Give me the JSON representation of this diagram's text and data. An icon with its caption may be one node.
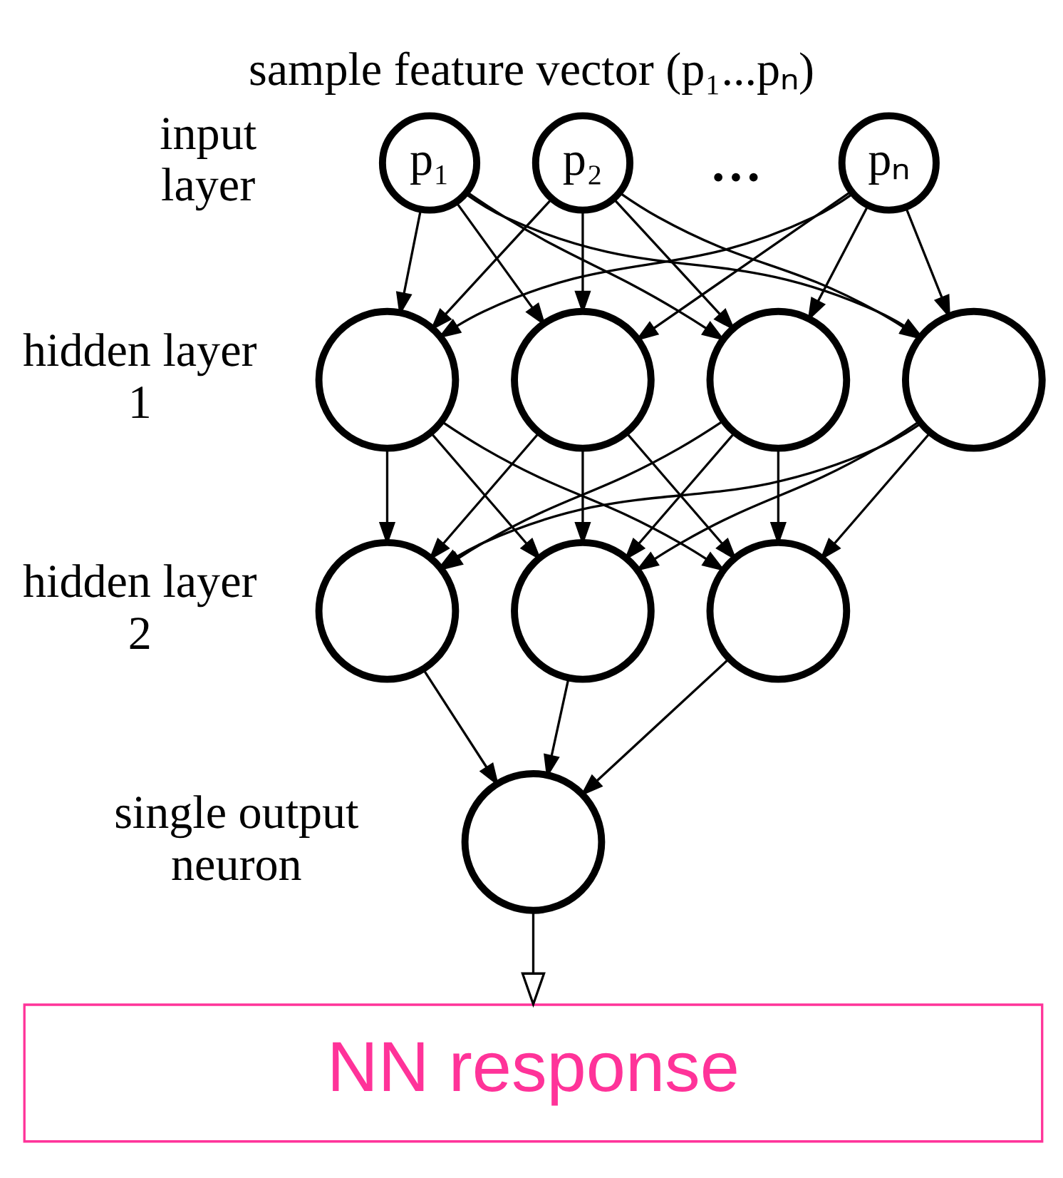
{
  "diagram": {
    "title": "sample feature vector (p₁...pₙ)",
    "nodes": [
      {
        "text": [
          "p₁"
        ]
      },
      {
        "text": [
          "p₂"
        ]
      },
      {
        "text": [
          "pₙ"
        ]
      },
      {
        "text": [],
        "shape": "circle"
      },
      {
        "text": [],
        "shape": "circle"
      },
      {
        "text": [],
        "shape": "circle"
      },
      {
        "text": [],
        "shape": "circle"
      },
      {
        "text": [],
        "shape": "circle"
      },
      {
        "text": [],
        "shape": "circle"
      },
      {
        "text": [],
        "shape": "circle"
      },
      {
        "text": [],
        "shape": "circle"
      },
      {
        "text": [
          "NN response"
        ]
      }
    ],
    "edges": [
      {
        "from": 0,
        "to": 3,
        "arrow": "to"
      },
      {
        "from": 0,
        "to": 4,
        "arrow": "to"
      },
      {
        "from": 0,
        "to": 5,
        "arrow": "to"
      },
      {
        "from": 0,
        "to": 6,
        "arrow": "to"
      },
      {
        "from": 1,
        "to": 3,
        "arrow": "to"
      },
      {
        "from": 1,
        "to": 4,
        "arrow": "to"
      },
      {
        "from": 1,
        "to": 5,
        "arrow": "to"
      },
      {
        "from": 1,
        "to": 6,
        "arrow": "to"
      },
      {
        "from": 2,
        "to": 3,
        "arrow": "to"
      },
      {
        "from": 2,
        "to": 4,
        "arrow": "to"
      },
      {
        "from": 2,
        "to": 5,
        "arrow": "to"
      },
      {
        "from": 2,
        "to": 6,
        "arrow": "to"
      },
      {
        "from": 3,
        "to": 7,
        "arrow": "to"
      },
      {
        "from": 3,
        "to": 8,
        "arrow": "to"
      },
      {
        "from": 3,
        "to": 9,
        "arrow": "to"
      },
      {
        "from": 4,
        "to": 7,
        "arrow": "to"
      },
      {
        "from": 4,
        "to": 8,
        "arrow": "to"
      },
      {
        "from": 4,
        "to": 9,
        "arrow": "to"
      },
      {
        "from": 5,
        "to": 7,
        "arrow": "to"
      },
      {
        "from": 5,
        "to": 8,
        "arrow": "to"
      },
      {
        "from": 5,
        "to": 9,
        "arrow": "to"
      },
      {
        "from": 6,
        "to": 7,
        "arrow": "to"
      },
      {
        "from": 6,
        "to": 8,
        "arrow": "to"
      },
      {
        "from": 6,
        "to": 9,
        "arrow": "to"
      },
      {
        "from": 7,
        "to": 10,
        "arrow": "to"
      },
      {
        "from": 8,
        "to": 10,
        "arrow": "to"
      },
      {
        "from": 9,
        "to": 10,
        "arrow": "to"
      },
      {
        "from": 10,
        "to": 11,
        "arrow": "to"
      }
    ],
    "labels": [
      "input layer",
      "...",
      "hidden layer 1",
      "hidden layer 2",
      "single output neuron"
    ]
  }
}
